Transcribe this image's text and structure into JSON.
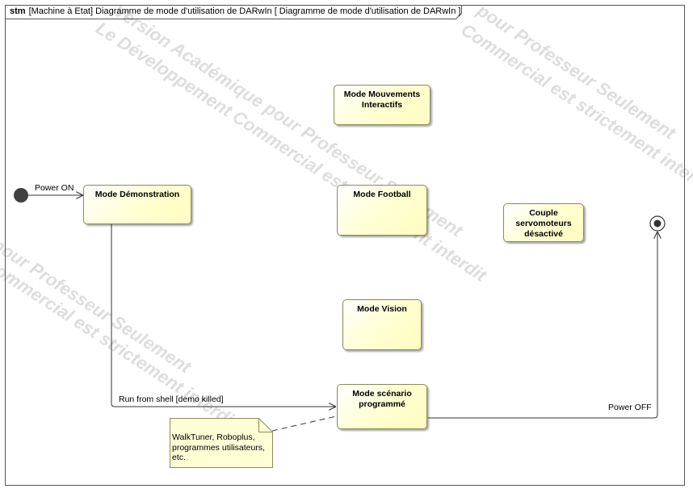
{
  "frame": {
    "keyword": "stm",
    "title": "[Machine à Etat] Diagramme de mode d'utilisation de DARwIn [ Diagramme de mode d'utilisation de DARwIn ]"
  },
  "states": {
    "mouvements": "Mode Mouvements Interactifs",
    "demonstration": "Mode Démonstration",
    "football": "Mode Football",
    "couple": "Couple servomoteurs désactivé",
    "vision": "Mode Vision",
    "scenario": "Mode scénario programmé"
  },
  "transitions": {
    "power_on": "Power ON",
    "run_from_shell": "Run from shell [demo killed]",
    "power_off": "Power OFF"
  },
  "note": {
    "text": "WalkTuner, Roboplus, programmes utilisateurs, etc."
  },
  "watermark": {
    "line1": "Version Académique pour Professeur Seulement",
    "line2": "Le Développement Commercial est strictement interdit",
    "line3": "pour Professeur Seulement",
    "line4": "Commercial est strictement interdit"
  },
  "colors": {
    "state_fill": "#ffffd0",
    "line": "#333333",
    "watermark": "#b4b4b4"
  }
}
